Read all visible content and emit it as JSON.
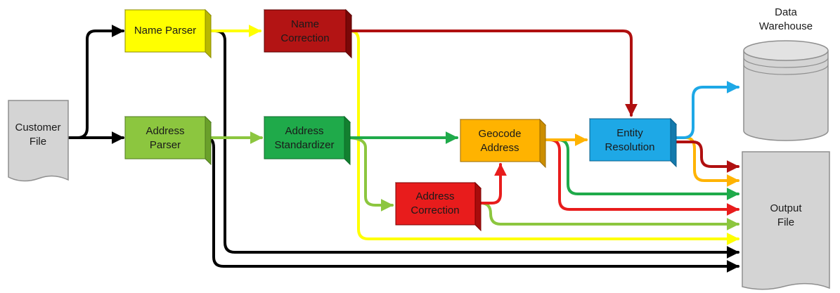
{
  "diagram": {
    "customer_file": {
      "line1": "Customer",
      "line2": "File"
    },
    "data_warehouse": {
      "line1": "Data",
      "line2": "Warehouse"
    },
    "output_file": {
      "line1": "Output",
      "line2": "File"
    },
    "name_parser": "Name Parser",
    "name_correction": {
      "line1": "Name",
      "line2": "Correction"
    },
    "address_parser": {
      "line1": "Address",
      "line2": "Parser"
    },
    "address_standardizer": {
      "line1": "Address",
      "line2": "Standardizer"
    },
    "geocode_address": {
      "line1": "Geocode",
      "line2": "Address"
    },
    "entity_resolution": {
      "line1": "Entity",
      "line2": "Resolution"
    },
    "address_correction": {
      "line1": "Address",
      "line2": "Correction"
    }
  },
  "colors": {
    "black": "#000000",
    "yellow": "#ffff00",
    "dark_red": "#b01010",
    "light_green": "#8cc63f",
    "green": "#1faa4a",
    "red": "#e81c1c",
    "orange": "#ffb300",
    "blue": "#1ea8e6",
    "gray": "#d4d4d4"
  }
}
